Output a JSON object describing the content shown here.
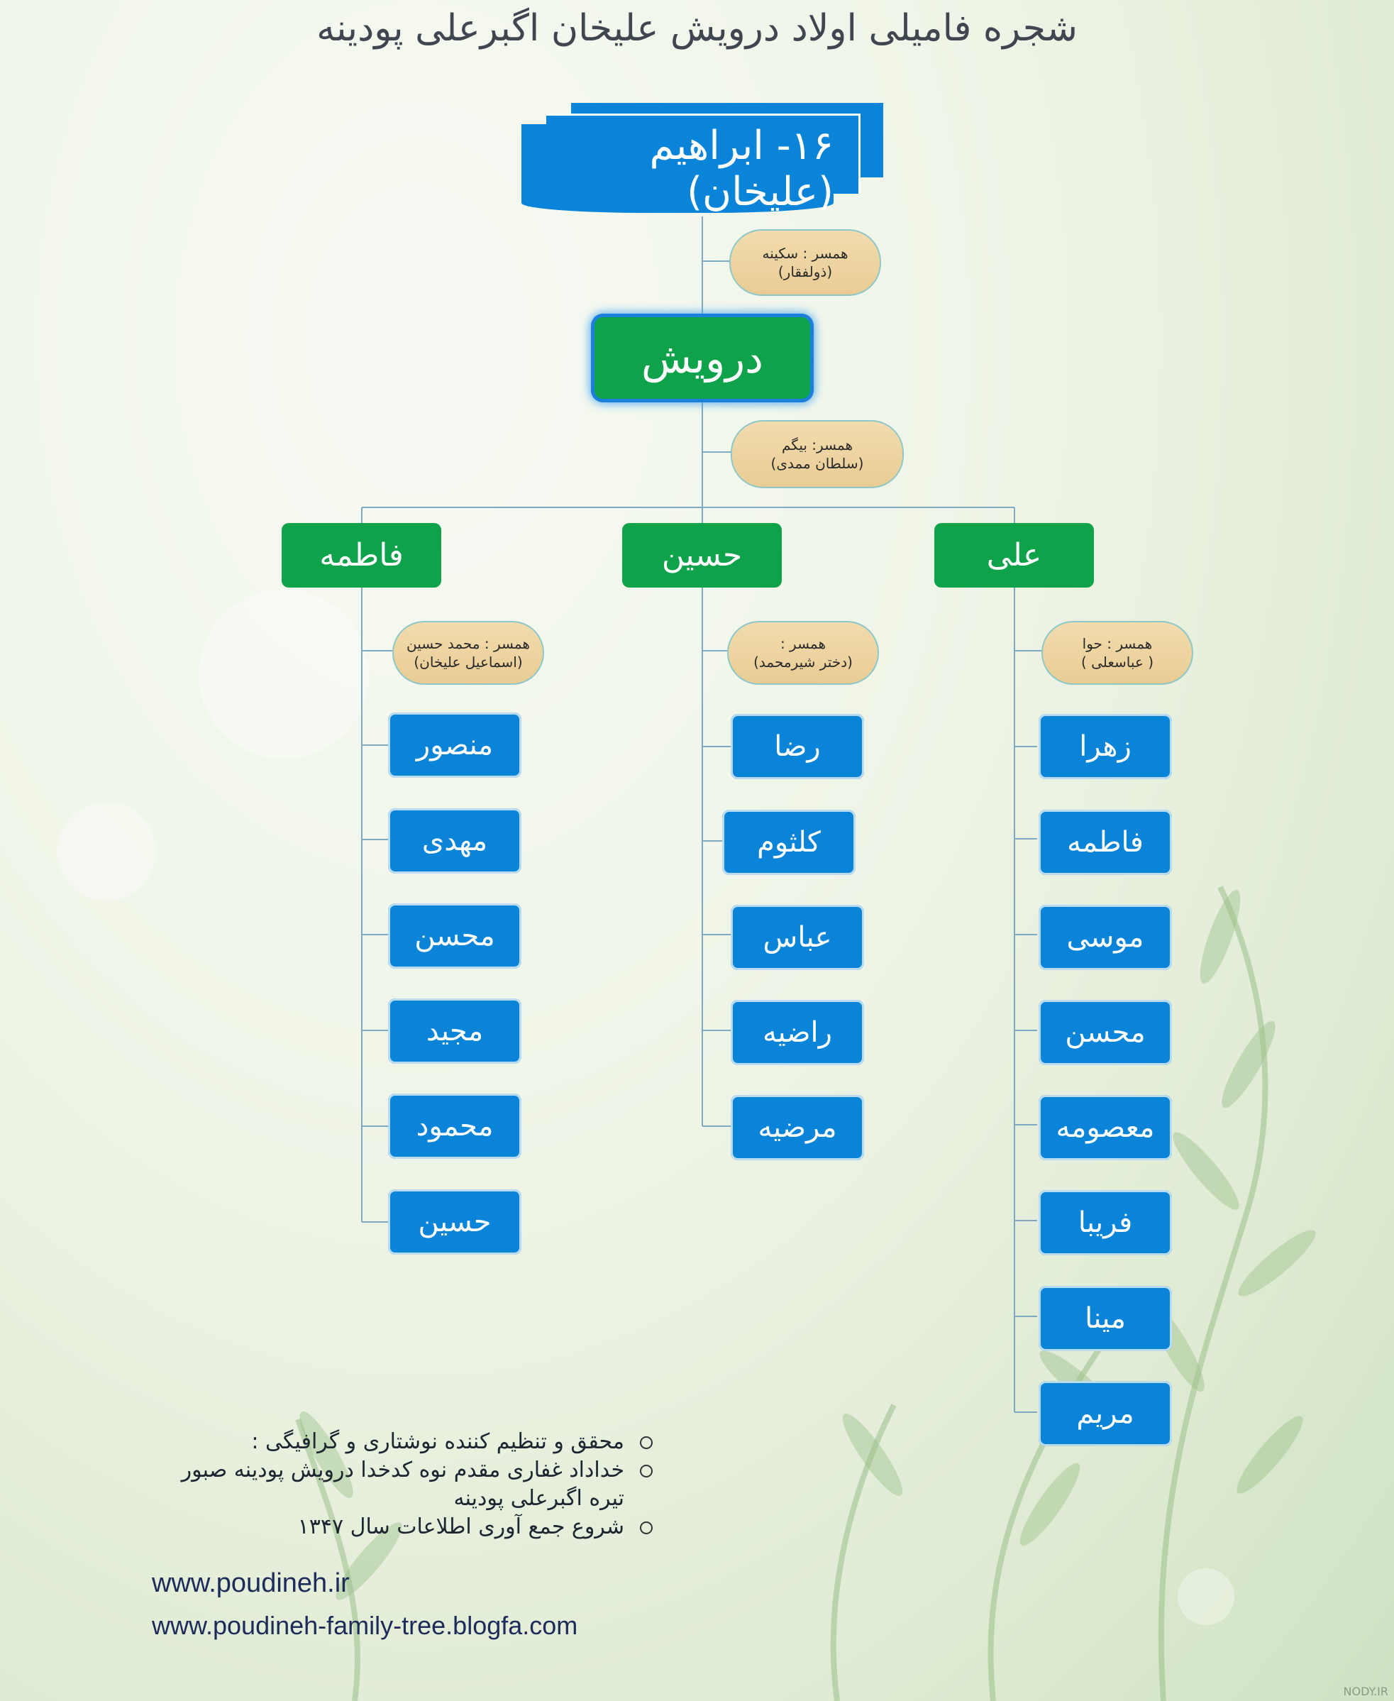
{
  "title": "شجره فامیلی اولاد درویش علیخان اگبرعلی پودینه",
  "root": {
    "label": "۱۶- ابراهیم (علیخان)"
  },
  "root_spouse": {
    "line1": "همسر : سکینه",
    "line2": "(ذولفقار)"
  },
  "main": {
    "label": "درویش"
  },
  "main_spouse": {
    "line1": "همسر: بیگم",
    "line2": "(سلطان ممدی)"
  },
  "branches": [
    {
      "name": "علی",
      "spouse": {
        "line1": "همسر : حوا",
        "line2": "( عباسعلی )"
      },
      "children": [
        "زهرا",
        "فاطمه",
        "موسی",
        "محسن",
        "معصومه",
        "فریبا",
        "مینا",
        "مریم"
      ]
    },
    {
      "name": "حسین",
      "spouse": {
        "line1": "همسر :",
        "line2": "(دختر شیرمحمد)"
      },
      "children": [
        "رضا",
        "کلثوم",
        "عباس",
        "راضیه",
        "مرضیه"
      ]
    },
    {
      "name": "فاطمه",
      "spouse": {
        "line1": "همسر : محمد حسین",
        "line2": "(اسماعیل علیخان)"
      },
      "children": [
        "منصور",
        "مهدی",
        "محسن",
        "مجید",
        "محمود",
        "حسین"
      ]
    }
  ],
  "credits": [
    "محقق و تنظیم کننده نوشتاری و گرافیگی :",
    "خداداد غفاری مقدم نوه کدخدا درویش پودینه صبور تیره اگبرعلی پودینه",
    "شروع جمع آوری اطلاعات سال ۱۳۴۷"
  ],
  "urls": [
    "www.poudineh.ir",
    "www.poudineh-family-tree.blogfa.com"
  ],
  "watermark": "NODY.IR",
  "colors": {
    "blue": "#0a84d8",
    "green": "#0ea24b",
    "spouse": "#ecd29e",
    "line": "#7fa9c2"
  }
}
